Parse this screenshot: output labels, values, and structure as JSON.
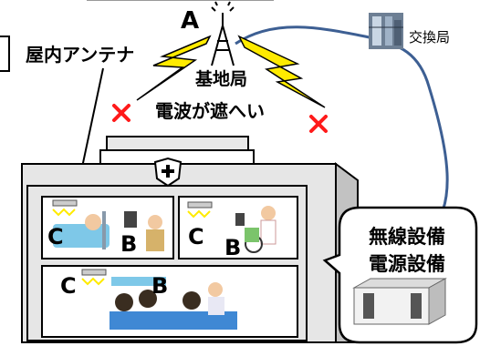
{
  "labels": {
    "site_a": "A",
    "base_station": "基地局",
    "exchange": "交換局",
    "indoor_antenna": "屋内アンテナ",
    "blocked_signal": "電波が遮へい",
    "equipment_line1": "無線設備",
    "equipment_line2": "電源設備",
    "room_b_1": "B",
    "room_b_2": "B",
    "room_b_3": "B",
    "room_c_1": "C",
    "room_c_2": "C",
    "room_c_3": "C"
  },
  "colors": {
    "lightning": "#ffeb00",
    "blocked_mark": "#ff1a1a",
    "cable": "#3d5f93",
    "outline": "#000000"
  },
  "icons": [
    "antenna-tower-icon",
    "office-building-icon",
    "lightning-icon",
    "cross-mark-icon",
    "hospital-shield-icon",
    "ceiling-antenna-icon",
    "server-icon"
  ]
}
